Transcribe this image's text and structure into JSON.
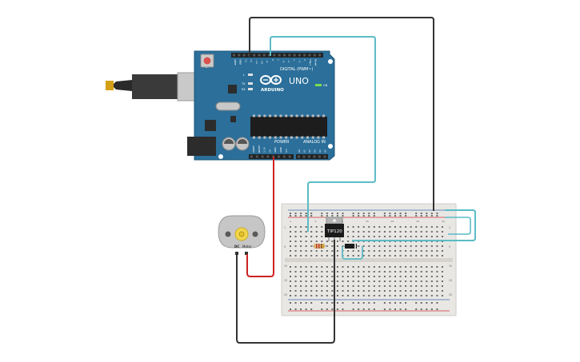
{
  "arduino": {
    "top_header_labels": [
      "AREF",
      "GND",
      "13",
      "12",
      "~11",
      "~10",
      "~9",
      "8",
      "7",
      "~6",
      "~5",
      "4",
      "~3",
      "2",
      "TX►1",
      "RX◄0"
    ],
    "digital_label": "DIGITAL (PWM~)",
    "power_pin_labels": [
      "IOREF",
      "RESET",
      "3.3V",
      "5V",
      "GND",
      "GND",
      "Vin"
    ],
    "power_label": "POWER",
    "analog_pin_labels": [
      "A0",
      "A1",
      "A2",
      "A3",
      "A4",
      "A5"
    ],
    "analog_label": "ANALOG IN",
    "brand_text": "ARDUINO",
    "model_text": "UNO",
    "led_labels": [
      "L",
      "TX",
      "RX"
    ],
    "on_label": "ON"
  },
  "motor": {
    "label_left": "DC",
    "label_right": "Motor"
  },
  "transistor": {
    "label": "TIP120"
  },
  "breadboard": {
    "row_numbers_top": [
      "1",
      "5",
      "10",
      "15",
      "20",
      "25",
      "30"
    ],
    "row_numbers_side": [
      "1",
      "5",
      "10",
      "15",
      "20",
      "25",
      "30"
    ]
  },
  "colors": {
    "board_blue": "#2b6f9a",
    "wire_black": "#333333",
    "wire_cyan": "#5bbcc6",
    "wire_red": "#cc2222",
    "breadboard_bg": "#e9e7e4"
  }
}
